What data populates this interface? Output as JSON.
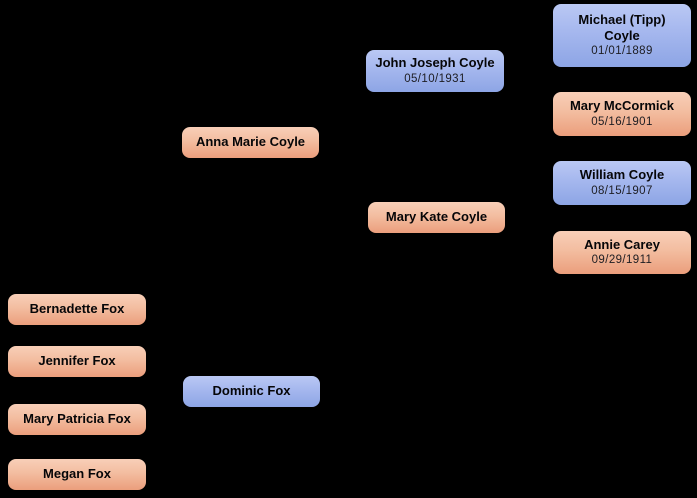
{
  "canvas": {
    "background_color": "#000000"
  },
  "colors": {
    "male_gradient_top": "#bac8f4",
    "male_gradient_bottom": "#8da5e5",
    "female_gradient_top": "#f8cfb8",
    "female_gradient_bottom": "#eb9e7c",
    "name_text": "#060608",
    "date_text": "#1d1d22"
  },
  "tree": {
    "people": [
      {
        "name": "Michael (Tipp) Coyle",
        "date": "01/01/1889",
        "gender": "male"
      },
      {
        "name": "Mary McCormick",
        "date": "05/16/1901",
        "gender": "female"
      },
      {
        "name": "William Coyle",
        "date": "08/15/1907",
        "gender": "male"
      },
      {
        "name": "Annie Carey",
        "date": "09/29/1911",
        "gender": "female"
      },
      {
        "name": "John Joseph Coyle",
        "date": "05/10/1931",
        "gender": "male"
      },
      {
        "name": "Mary Kate Coyle",
        "gender": "female"
      },
      {
        "name": "Anna Marie Coyle",
        "gender": "female"
      },
      {
        "name": "Dominic Fox",
        "gender": "male"
      },
      {
        "name": "Bernadette Fox",
        "gender": "female"
      },
      {
        "name": "Jennifer Fox",
        "gender": "female"
      },
      {
        "name": "Mary Patricia Fox",
        "gender": "female"
      },
      {
        "name": "Megan Fox",
        "gender": "female"
      }
    ]
  }
}
